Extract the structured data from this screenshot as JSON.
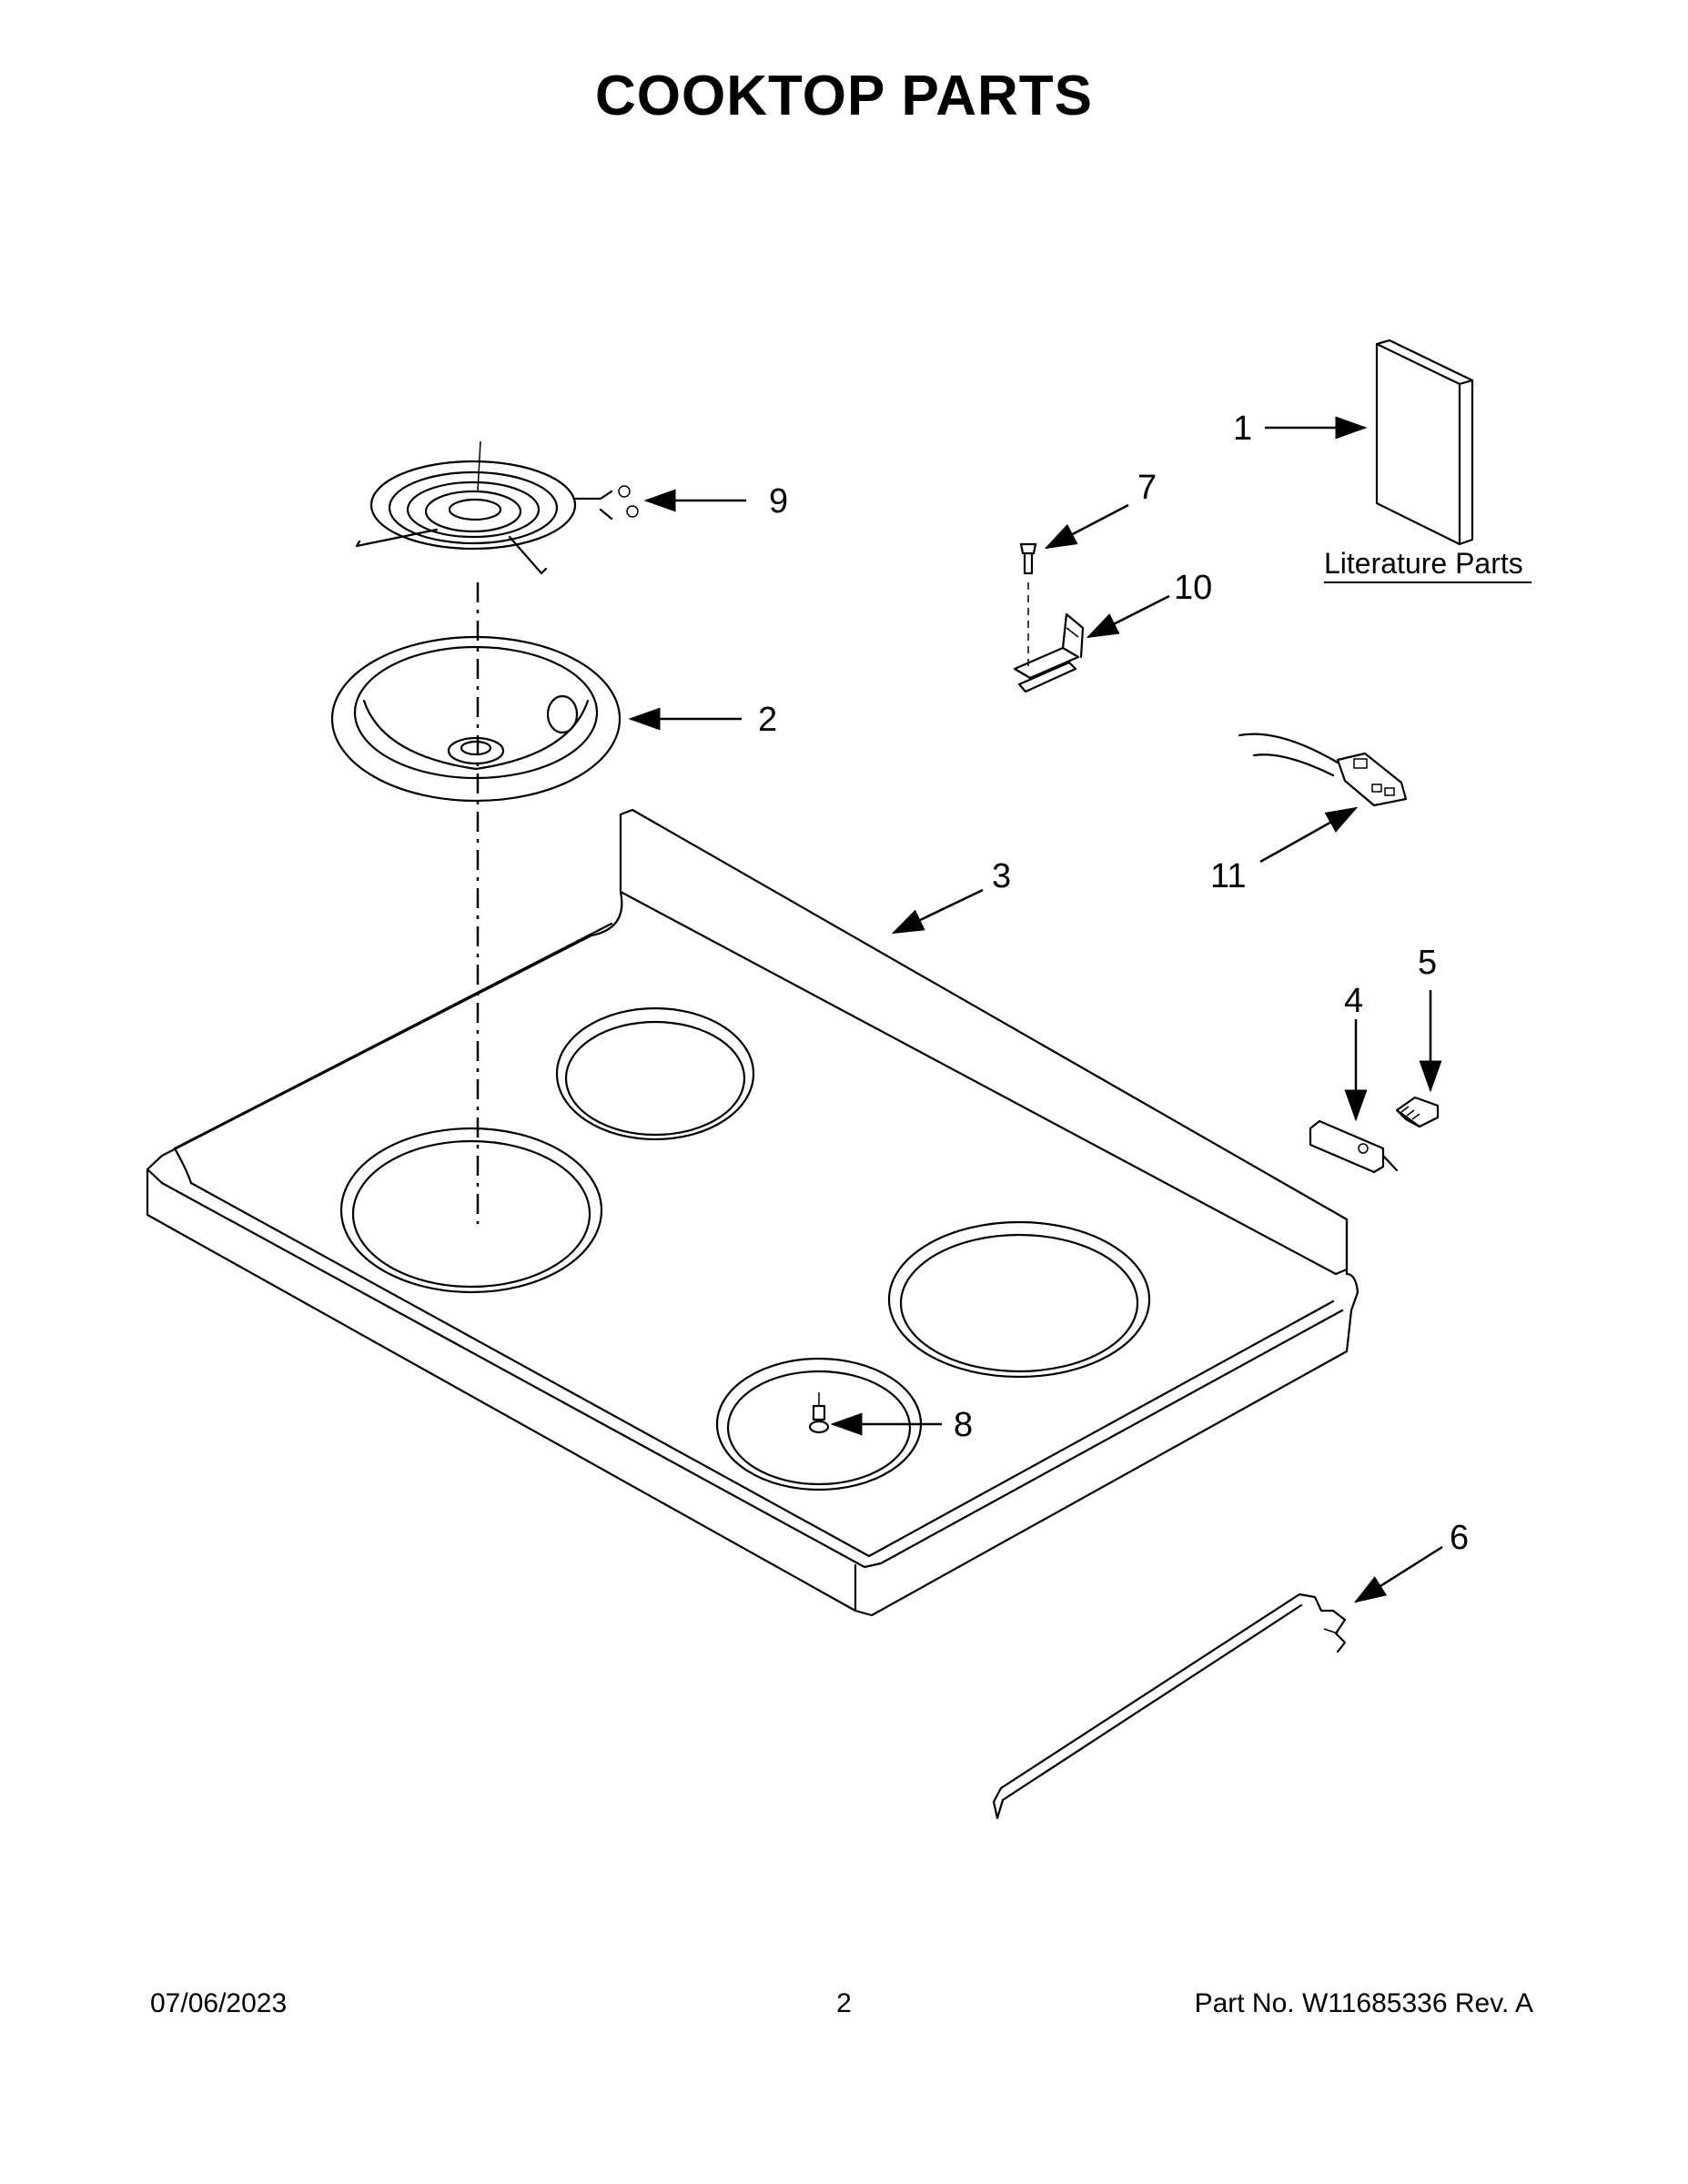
{
  "title": "COOKTOP PARTS",
  "callouts": [
    "1",
    "2",
    "3",
    "4",
    "5",
    "6",
    "7",
    "8",
    "9",
    "10",
    "11"
  ],
  "literature_label": "Literature Parts",
  "footer": {
    "date": "07/06/2023",
    "page": "2",
    "part": "Part No.  W11685336  Rev.  A"
  }
}
